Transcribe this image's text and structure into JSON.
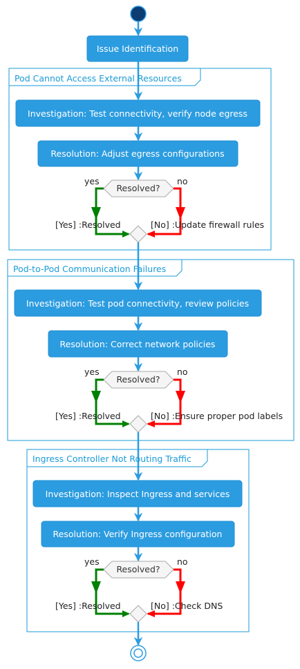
{
  "diagram": {
    "colors": {
      "accent": "#2c9ce0",
      "partition_border": "#1a9bd7",
      "start_node": "#0b3d73",
      "yes_branch": "#008000",
      "no_branch": "#ff0000",
      "decision_fill": "#f5f5f5"
    },
    "start_action": "Issue Identification",
    "partitions": [
      {
        "title": "Pod Cannot Access External Resources",
        "investigation": "Investigation: Test connectivity, verify node egress",
        "resolution": "Resolution: Adjust egress configurations",
        "decision": "Resolved?",
        "yes_label": "yes",
        "no_label": "no",
        "yes_action": "[Yes] :Resolved",
        "no_action": "[No] :Update firewall rules"
      },
      {
        "title": "Pod-to-Pod Communication Failures",
        "investigation": "Investigation: Test pod connectivity, review policies",
        "resolution": "Resolution: Correct network policies",
        "decision": "Resolved?",
        "yes_label": "yes",
        "no_label": "no",
        "yes_action": "[Yes] :Resolved",
        "no_action": "[No] :Ensure proper pod labels"
      },
      {
        "title": "Ingress Controller Not Routing Traffic",
        "investigation": "Investigation: Inspect Ingress and services",
        "resolution": "Resolution: Verify Ingress configuration",
        "decision": "Resolved?",
        "yes_label": "yes",
        "no_label": "no",
        "yes_action": "[Yes] :Resolved",
        "no_action": "[No] :Check DNS"
      }
    ]
  }
}
